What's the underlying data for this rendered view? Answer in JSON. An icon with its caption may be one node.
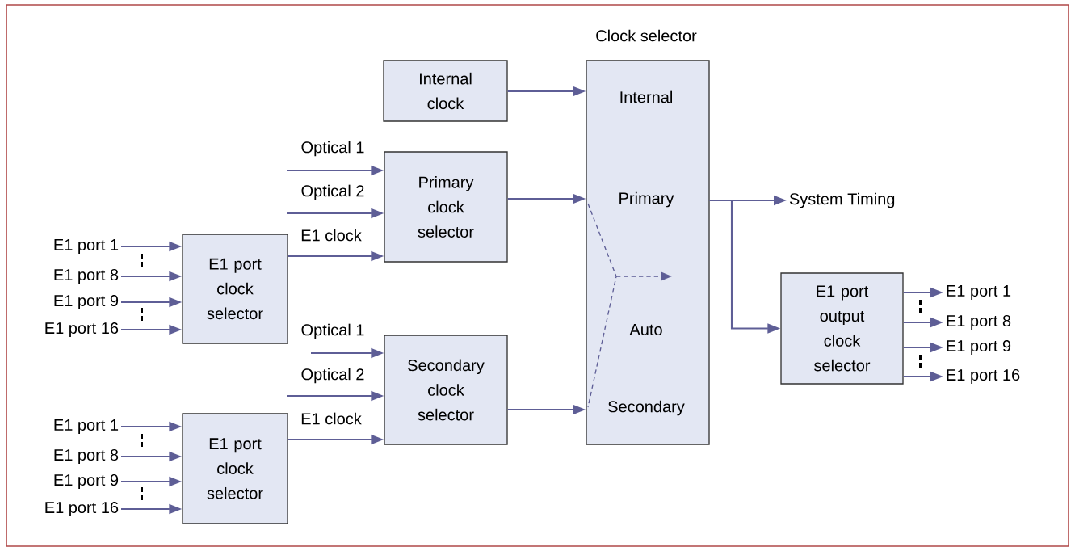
{
  "diagram": {
    "nodes": [
      {
        "text": [
          "Clock selector",
          "Internal",
          "Primary",
          "Auto",
          "Secondary"
        ]
      },
      {
        "text": [
          "Internal clock"
        ]
      },
      {
        "text": [
          "Primary clock selector"
        ]
      },
      {
        "text": [
          "E1 port clock selector"
        ]
      },
      {
        "text": [
          "Secondary clock selector"
        ]
      },
      {
        "text": [
          "E1 port clock selector"
        ]
      },
      {
        "text": [
          "System Timing"
        ]
      },
      {
        "text": [
          "E1 port output clock selector"
        ]
      },
      {
        "text": [
          "E1 port 1"
        ]
      },
      {
        "text": [
          "E1 port 8"
        ]
      },
      {
        "text": [
          "E1 port 9"
        ]
      },
      {
        "text": [
          "E1 port 16"
        ]
      },
      {
        "text": [
          "E1 port 1"
        ]
      },
      {
        "text": [
          "E1 port 8"
        ]
      },
      {
        "text": [
          "E1 port 9"
        ]
      },
      {
        "text": [
          "E1 port 16"
        ]
      },
      {
        "text": [
          "E1 port 1"
        ]
      },
      {
        "text": [
          "E1 port 8"
        ]
      },
      {
        "text": [
          "E1 port 9"
        ]
      },
      {
        "text": [
          "E1 port 16"
        ]
      }
    ],
    "edges": [
      {
        "from": 8,
        "to": 3,
        "arrow": "to"
      },
      {
        "from": 9,
        "to": 3,
        "arrow": "to"
      },
      {
        "from": 10,
        "to": 3,
        "arrow": "to"
      },
      {
        "from": 11,
        "to": 3,
        "arrow": "to"
      },
      {
        "from": 12,
        "to": 5,
        "arrow": "to"
      },
      {
        "from": 13,
        "to": 5,
        "arrow": "to"
      },
      {
        "from": 14,
        "to": 5,
        "arrow": "to"
      },
      {
        "from": 15,
        "to": 5,
        "arrow": "to"
      },
      {
        "from": null,
        "to": 2,
        "arrow": "to",
        "label": "Optical 1"
      },
      {
        "from": null,
        "to": 2,
        "arrow": "to",
        "label": "Optical 2"
      },
      {
        "from": 3,
        "to": 2,
        "arrow": "to",
        "label": "E1 clock"
      },
      {
        "from": null,
        "to": 4,
        "arrow": "to",
        "label": "Optical 1"
      },
      {
        "from": null,
        "to": 4,
        "arrow": "to",
        "label": "Optical 2"
      },
      {
        "from": 5,
        "to": 4,
        "arrow": "to",
        "label": "E1 clock"
      },
      {
        "from": 1,
        "to": 0,
        "arrow": "to"
      },
      {
        "from": 2,
        "to": 0,
        "arrow": "to"
      },
      {
        "from": 4,
        "to": 0,
        "arrow": "to"
      },
      {
        "from": 0,
        "to": 6,
        "arrow": "to"
      },
      {
        "from": 0,
        "to": 7,
        "arrow": "to"
      },
      {
        "from": 7,
        "to": 16,
        "arrow": "to"
      },
      {
        "from": 7,
        "to": 17,
        "arrow": "to"
      },
      {
        "from": 7,
        "to": 18,
        "arrow": "to"
      },
      {
        "from": 7,
        "to": 19,
        "arrow": "to"
      }
    ]
  }
}
